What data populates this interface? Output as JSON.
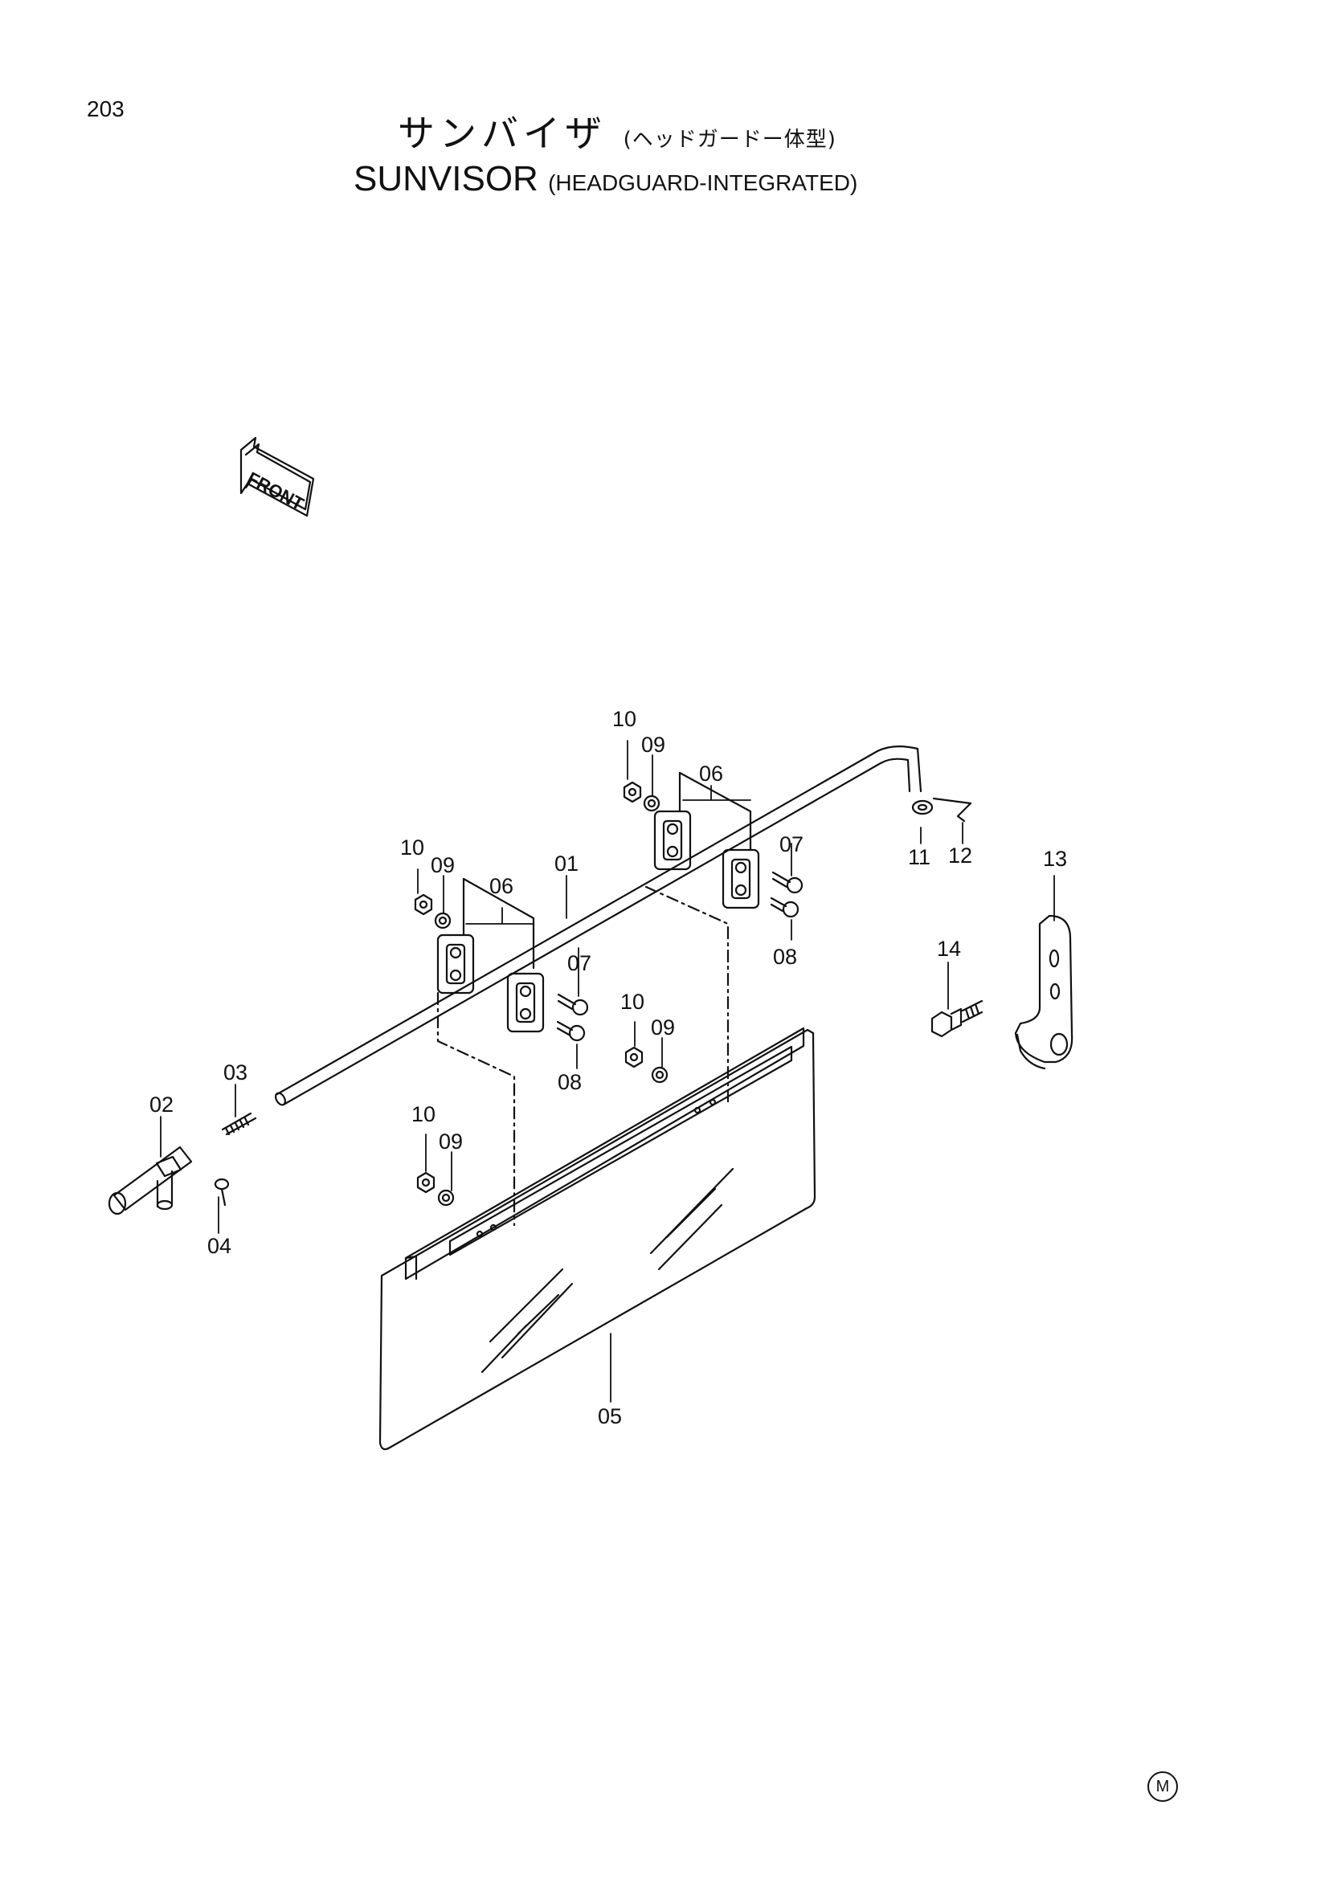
{
  "page": {
    "number": "203"
  },
  "title": {
    "jp_main": "サンバイザ",
    "jp_sub": "(ヘッドガードー体型)",
    "en_main": "SUNVISOR",
    "en_sub": "(HEADGUARD-INTEGRATED)"
  },
  "front_arrow": {
    "label": "FRONT"
  },
  "callouts": {
    "c01": "01",
    "c02": "02",
    "c03": "03",
    "c04": "04",
    "c05": "05",
    "c06a": "06",
    "c06b": "06",
    "c07a": "07",
    "c07b": "07",
    "c08a": "08",
    "c08b": "08",
    "c09a": "09",
    "c09b": "09",
    "c09c": "09",
    "c09d": "09",
    "c10a": "10",
    "c10b": "10",
    "c10c": "10",
    "c10d": "10",
    "c11": "11",
    "c12": "12",
    "c13": "13",
    "c14": "14"
  },
  "corner_mark": "M"
}
